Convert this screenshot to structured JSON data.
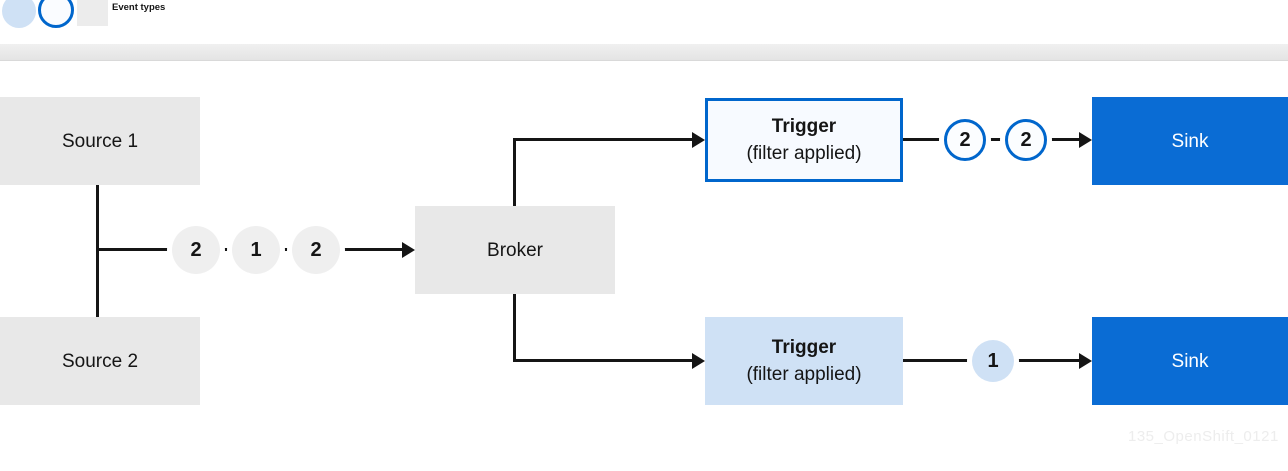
{
  "legend": {
    "label": "Event types",
    "icons": [
      {
        "name": "event-type-1-icon",
        "style": "light-blue filled circle"
      },
      {
        "name": "event-type-2-icon",
        "style": "white circle with blue outline"
      },
      {
        "name": "component-icon",
        "style": "gray box"
      }
    ]
  },
  "nodes": {
    "source1": "Source 1",
    "source2": "Source 2",
    "broker": "Broker",
    "trigger_top": {
      "title": "Trigger",
      "subtitle": "(filter applied)"
    },
    "trigger_bottom": {
      "title": "Trigger",
      "subtitle": "(filter applied)"
    },
    "sink_top": "Sink",
    "sink_bottom": "Sink"
  },
  "events": {
    "to_broker": [
      "2",
      "1",
      "2"
    ],
    "after_trigger_top": [
      "2",
      "2"
    ],
    "after_trigger_bottom": [
      "1"
    ]
  },
  "watermark": "135_OpenShift_0121",
  "colors": {
    "accent_blue": "#0066cc",
    "sink_blue": "#0a6cd4",
    "light_blue": "#cfe1f5",
    "box_gray": "#e8e8e8",
    "divider_gray": "#e8e8e8",
    "text_dark": "#151515"
  }
}
